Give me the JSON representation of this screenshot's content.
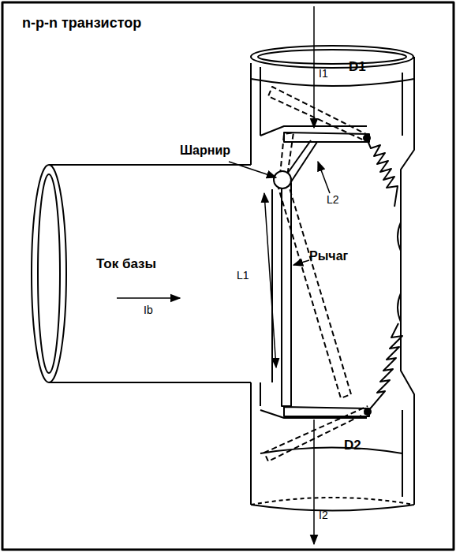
{
  "diagram": {
    "title": "n-p-n транзистор",
    "labels": [
      "I1",
      "D1",
      "Шарнир",
      "L2",
      "Рычаг",
      "L1",
      "Ток базы",
      "Ib",
      "D2",
      "I2"
    ]
  }
}
